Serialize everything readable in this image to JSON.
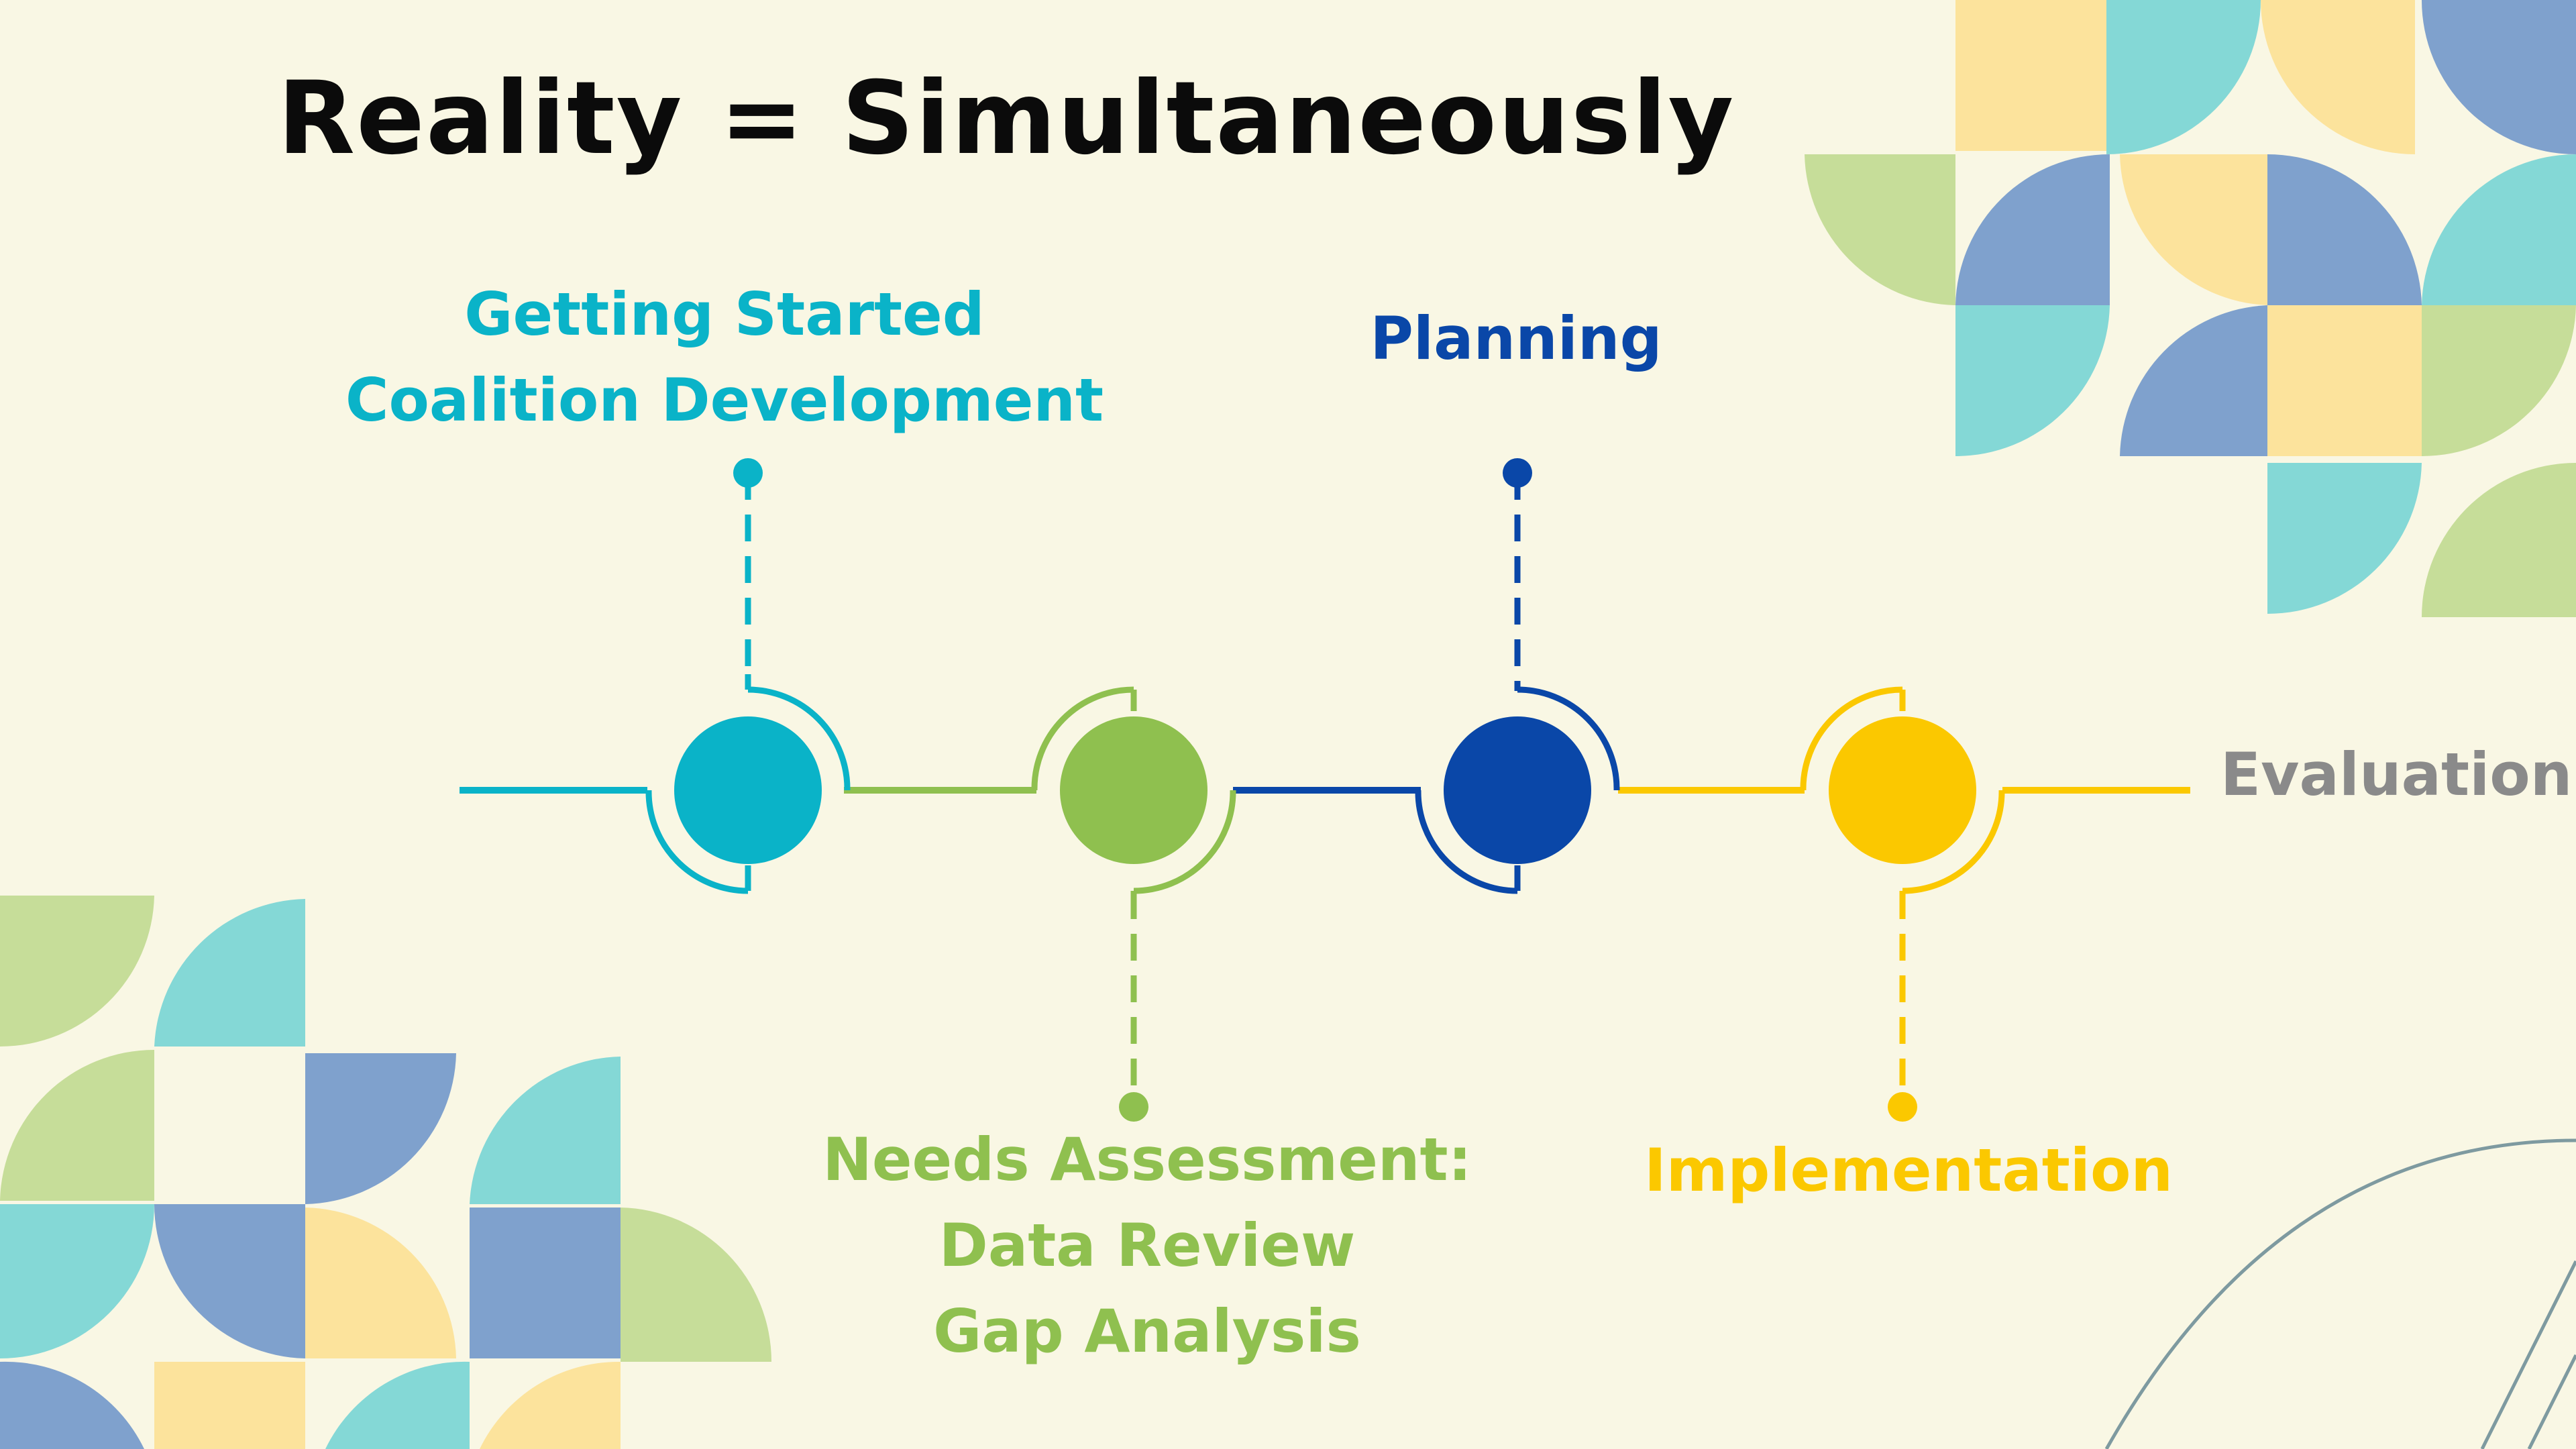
{
  "title": "Reality = Simultaneously",
  "colors": {
    "background": "#f9f7e4",
    "teal": "#0ab3c8",
    "green": "#8fc04f",
    "navy": "#0a47a8",
    "yellow": "#fbc800",
    "gray": "#8a8a8a",
    "tile_teal": "#84d8d6",
    "tile_blue": "#7fa1cd",
    "tile_yellow": "#fce39c",
    "tile_green": "#c6dd99"
  },
  "stages": {
    "getting_started": {
      "line1": "Getting Started",
      "line2": "Coalition Development"
    },
    "needs_assessment": {
      "line1": "Needs Assessment:",
      "line2": "Data Review",
      "line3": "Gap Analysis"
    },
    "planning": {
      "line1": "Planning"
    },
    "implementation": {
      "line1": "Implementation"
    },
    "evaluation": {
      "line1": "Evaluation"
    }
  }
}
